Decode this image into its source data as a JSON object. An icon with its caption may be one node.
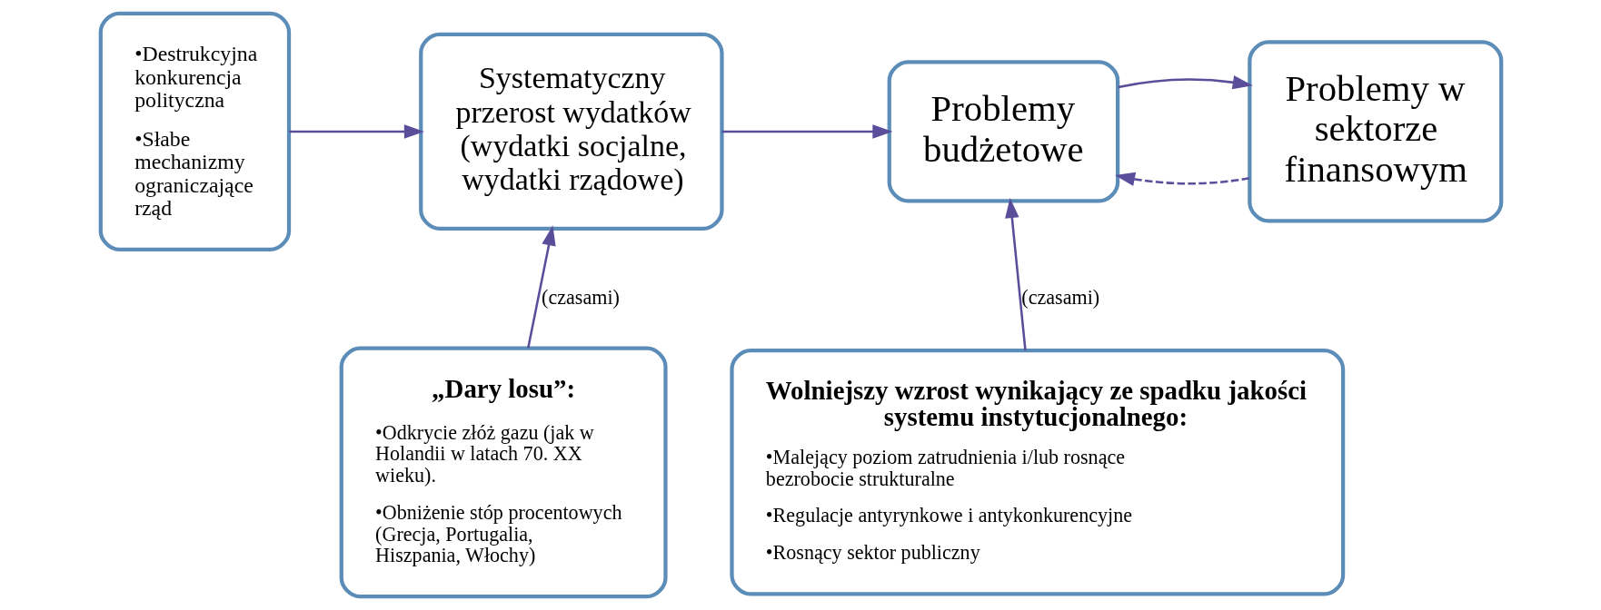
{
  "diagram": {
    "nodes": [
      {
        "text": [
          "•Destrukcyjna konkurencja polityczna",
          "•Słabe mechanizmy ograniczające rząd"
        ]
      },
      {
        "text": [
          "Systematyczny przerost wydatków (wydatki socjalne, wydatki rządowe)"
        ]
      },
      {
        "text": [
          "Problemy budżetowe"
        ]
      },
      {
        "text": [
          "Problemy w sektorze finansowym"
        ]
      },
      {
        "text": [
          "„Dary losu”:",
          "•Odkrycie złóż gazu (jak w Holandii w latach 70. XX wieku).",
          "•Obniżenie stóp procentowych (Grecja, Portugalia, Hiszpania, Włochy)"
        ]
      },
      {
        "text": [
          "Wolniejszy wzrost wynikający ze spadku jakości systemu instytucjonalnego:",
          "•Malejący poziom zatrudnienia i/lub rosnące bezrobocie strukturalne",
          "•Regulacje antyrynkowe i antykonkurencyjne",
          "•Rosnący sektor publiczny"
        ]
      }
    ],
    "edges": [
      {
        "from": 0,
        "to": 1,
        "arrow": "to"
      },
      {
        "from": 1,
        "to": 2,
        "arrow": "to"
      },
      {
        "from": 2,
        "to": 3,
        "arrow": "to"
      },
      {
        "from": 3,
        "to": 2,
        "arrow": "to",
        "style": "dashed"
      },
      {
        "from": 4,
        "to": 1,
        "arrow": "to",
        "label": "(czasami)"
      },
      {
        "from": 5,
        "to": 2,
        "arrow": "to",
        "label": "(czasami)"
      }
    ]
  }
}
